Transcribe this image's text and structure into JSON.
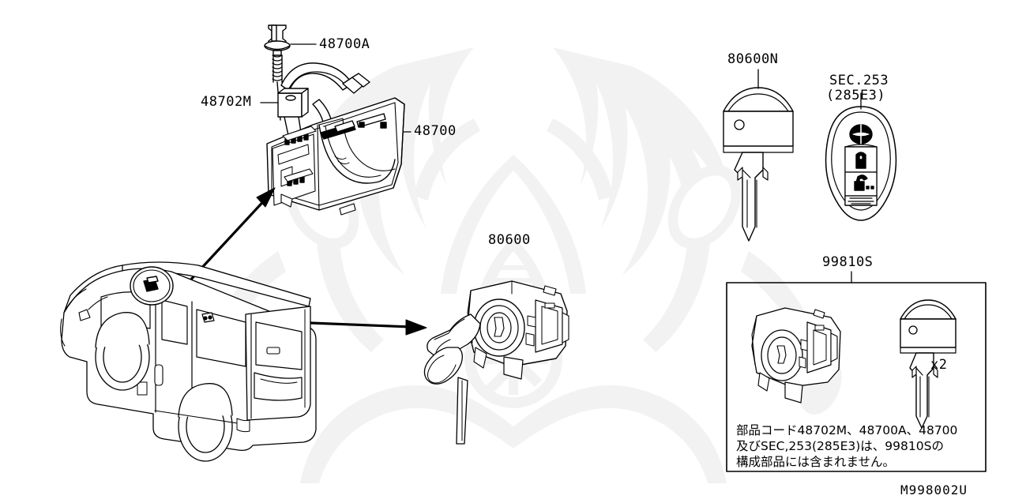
{
  "diagram": {
    "code": "M998002U",
    "watermark": "nissan-emblem-watermark"
  },
  "callouts": {
    "bolt": "48700A",
    "key_cylinder_bracket": "48702M",
    "steering_column_cover": "48700",
    "ignition_switch_assembly": "80600",
    "blank_key": "80600N",
    "intelligent_key_section": "SEC.253",
    "intelligent_key_part": "(285E3)",
    "key_set": "99810S",
    "key_quantity": "x2"
  },
  "note_box": {
    "line1": "部品コード48702M、48700A、48700",
    "line2": "及びSEC,253(285E3)は、99810Sの",
    "line3": "構成部品には含まれません。"
  },
  "colors": {
    "line": "#000000",
    "watermark": "#f2f2f2",
    "background": "#ffffff"
  }
}
